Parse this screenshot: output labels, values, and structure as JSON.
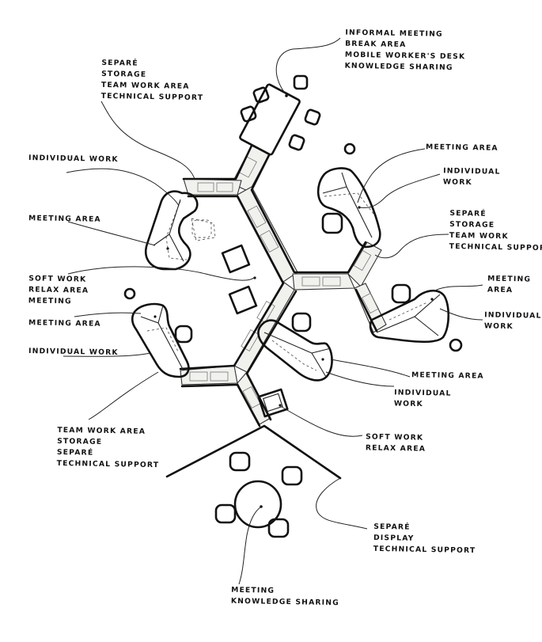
{
  "diagram": {
    "type": "hand-drawn office floor plan sketch",
    "description": "Hexagonal / Y-shaped modular office workstation layout with zones annotated by handwritten labels",
    "ink_color": "#111111",
    "background_color": "#ffffff"
  },
  "labels": [
    {
      "id": "top-right-informal",
      "lines": [
        "Informal meeting",
        "Break area",
        "Mobile worker's desk",
        "Knowledge sharing"
      ]
    },
    {
      "id": "top-left-storage",
      "lines": [
        "Separé",
        "Storage",
        "Team work area",
        "Technical support"
      ]
    },
    {
      "id": "left-individual-work-1",
      "lines": [
        "Individual work"
      ]
    },
    {
      "id": "left-meeting-area-1",
      "lines": [
        "Meeting area"
      ]
    },
    {
      "id": "left-soft-work",
      "lines": [
        "Soft work",
        "Relax area",
        "Meeting"
      ]
    },
    {
      "id": "left-meeting-area-2",
      "lines": [
        "Meeting area"
      ]
    },
    {
      "id": "left-individual-work-2",
      "lines": [
        "Individual work"
      ]
    },
    {
      "id": "right-meeting-area-1",
      "lines": [
        "Meeting area"
      ]
    },
    {
      "id": "right-individual-work-1",
      "lines": [
        "Individual",
        "work"
      ]
    },
    {
      "id": "right-storage",
      "lines": [
        "Separé",
        "Storage",
        "Team work",
        "Technical suppor"
      ]
    },
    {
      "id": "right-meeting-area-2",
      "lines": [
        "Meeting",
        "area"
      ]
    },
    {
      "id": "right-individual-work-2",
      "lines": [
        "Individual",
        "work"
      ]
    },
    {
      "id": "lower-right-meeting-area",
      "lines": [
        "Meeting area"
      ]
    },
    {
      "id": "lower-right-individual-work",
      "lines": [
        "Individual",
        "work"
      ]
    },
    {
      "id": "lower-right-soft-work",
      "lines": [
        "Soft work",
        "Relax area"
      ]
    },
    {
      "id": "lower-left-team-work",
      "lines": [
        "Team work area",
        "Storage",
        "Separé",
        "Technical support"
      ]
    },
    {
      "id": "bottom-right-display",
      "lines": [
        "Separé",
        "Display",
        "Technical support"
      ]
    },
    {
      "id": "bottom-meeting",
      "lines": [
        "Meeting",
        "Knowledge sharing"
      ]
    }
  ]
}
